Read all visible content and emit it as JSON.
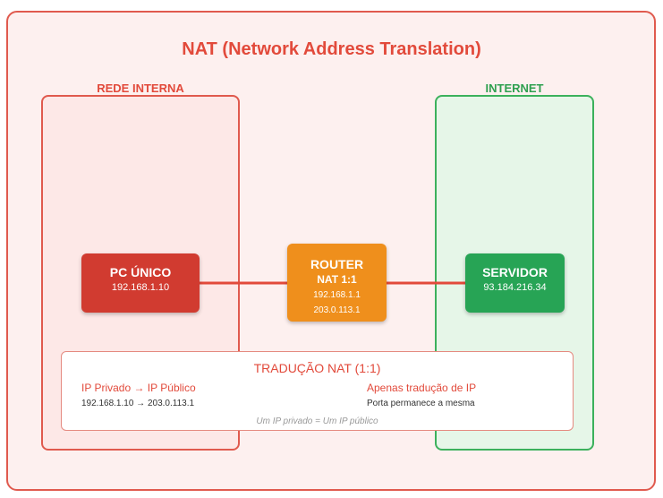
{
  "title": "NAT (Network Address Translation)",
  "zones": {
    "internal": "REDE INTERNA",
    "internet": "INTERNET"
  },
  "nodes": {
    "pc": {
      "name": "PC ÚNICO",
      "ip": "192.168.1.10"
    },
    "router": {
      "name": "ROUTER",
      "mode": "NAT 1:1",
      "private_ip": "192.168.1.1",
      "public_ip": "203.0.113.1"
    },
    "server": {
      "name": "SERVIDOR",
      "ip": "93.184.216.34"
    }
  },
  "translation": {
    "title": "TRADUÇÃO NAT (1:1)",
    "left_heading": "IP Privado → IP Público",
    "left_value": "192.168.1.10 → 203.0.113.1",
    "right_heading": "Apenas tradução de IP",
    "right_value": "Porta permanece a mesma",
    "footer": "Um IP privado = Um IP público"
  },
  "colors": {
    "accent": "#e24a3b",
    "pc": "#d13b30",
    "router": "#ef8f1c",
    "server": "#27a455",
    "internet": "#3cb15c"
  }
}
